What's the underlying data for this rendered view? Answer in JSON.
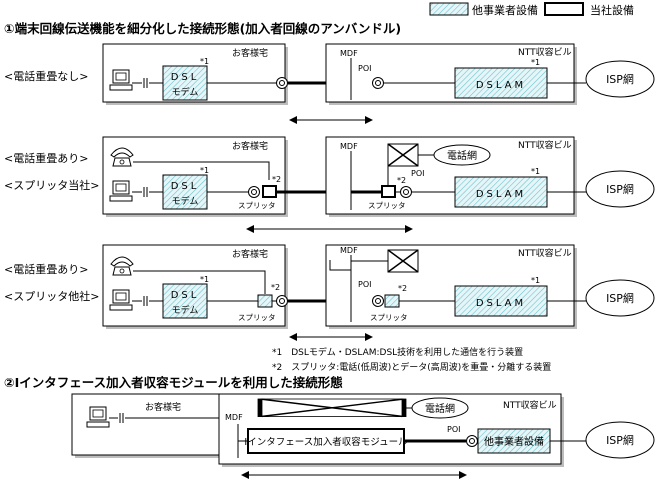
{
  "legend": {
    "other_operator": "他事業者設備",
    "own_company": "当社設備"
  },
  "section1": {
    "title": "①端末回線伝送機能を細分化した接続形態(加入者回線のアンバンドル)",
    "rows": [
      {
        "labels": [
          "<電話重畳なし>"
        ],
        "customer": "お客様宅",
        "modem": [
          "DSL",
          "モデム"
        ],
        "modem_note": "*1",
        "building": "NTT収容ビル",
        "mdf": "MDF",
        "poi": "POI",
        "dslam": "DSLAM",
        "dslam_note": "*1",
        "isp": "ISP網"
      },
      {
        "labels": [
          "<電話重畳あり>",
          "<スプリッタ当社>"
        ],
        "customer": "お客様宅",
        "modem": [
          "DSL",
          "モデム"
        ],
        "modem_note": "*1",
        "splitter": "スプリッタ",
        "splitter_note": "*2",
        "building": "NTT収容ビル",
        "mdf": "MDF",
        "poi": "POI",
        "phone_network": "電話網",
        "splitter2": "スプリッタ",
        "splitter2_note": "*2",
        "dslam": "DSLAM",
        "dslam_note": "*1",
        "isp": "ISP網"
      },
      {
        "labels": [
          "<電話重畳あり>",
          "<スプリッタ他社>"
        ],
        "customer": "お客様宅",
        "modem": [
          "DSL",
          "モデム"
        ],
        "modem_note": "*1",
        "splitter": "スプリッタ",
        "splitter_note": "*2",
        "building": "NTT収容ビル",
        "mdf": "MDF",
        "poi": "POI",
        "splitter2": "スプリッタ",
        "splitter2_note": "*2",
        "dslam": "DSLAM",
        "dslam_note": "*1",
        "isp": "ISP網"
      }
    ],
    "notes": [
      "*1　DSLモデム・DSLAM:DSL技術を利用した通信を行う装置",
      "*2　スプリッタ:電話(低周波)とデータ(高周波)を重畳・分離する装置"
    ]
  },
  "section2": {
    "title": "②Iインタフェース加入者収容モジュールを利用した接続形態",
    "customer": "お客様宅",
    "building": "NTT収容ビル",
    "mdf": "MDF",
    "poi": "POI",
    "phone_network": "電話網",
    "module": "Iインタフェース加入者収容モジュール",
    "other_equipment": "他事業者設備",
    "isp": "ISP網"
  }
}
